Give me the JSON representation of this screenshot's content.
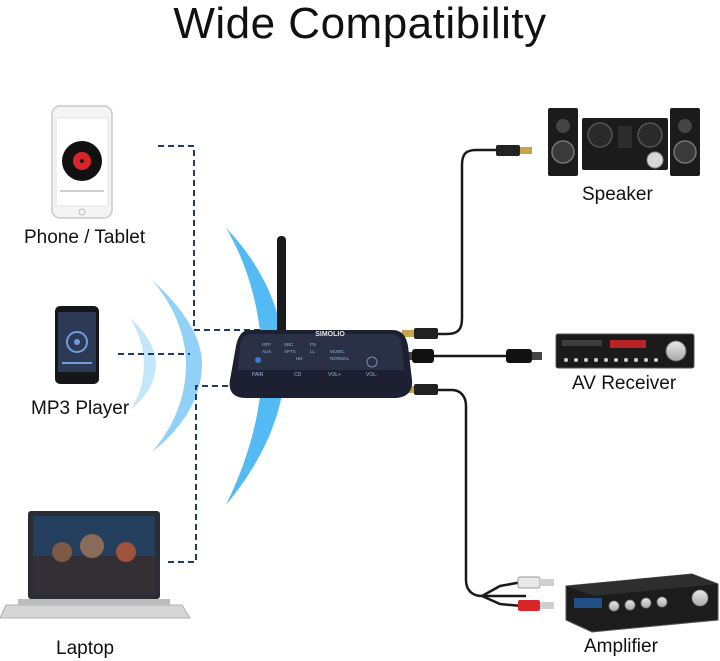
{
  "title": "Wide Compatibility",
  "sources": {
    "phone_label": "Phone / Tablet",
    "mp3_label": "MP3 Player",
    "laptop_label": "Laptop"
  },
  "outputs": {
    "speaker_label": "Speaker",
    "receiver_label": "AV Receiver",
    "amplifier_label": "Amplifier"
  },
  "device": {
    "brand": "SIMOLIO",
    "buttons": [
      "PAIR",
      "CD",
      "VOL+",
      "VOL-"
    ],
    "indicators": [
      "OFF",
      "SBC",
      "PS",
      "AUX",
      "APTX",
      "LL",
      "HD",
      "MUSIC",
      "NORMAL"
    ]
  },
  "colors": {
    "wave_blue": "#29a8f0",
    "dashed_line": "#1f3a6b",
    "cable": "#1a1a1a",
    "device_body": "#1c2030"
  }
}
